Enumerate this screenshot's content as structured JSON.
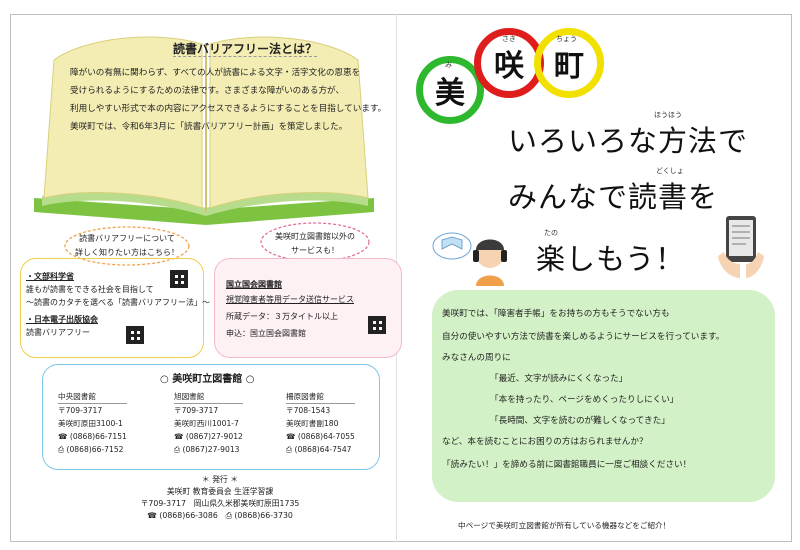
{
  "book": {
    "title": "読書バリアフリー法とは？",
    "lines": [
      "障がいの有無に関わらず、すべての人が読書による文字・活字文化の恩恵を",
      "受けられるようにするための法律です。さまざまな障がいのある方が、",
      "利用しやすい形式で本の内容にアクセスできるようにすることを目指しています。",
      "美咲町では、令和6年3月に「読書バリアフリー計画」を策定しました。"
    ]
  },
  "cloud_left": [
    "読書バリアフリーについて",
    "詳しく知りたい方はこちら！"
  ],
  "cloud_right": [
    "美咲町立図書館以外の",
    "サービスも！"
  ],
  "yellow_card": [
    "・文部科学省",
    "誰もが読書をできる社会を目指して",
    "～読書のカタチを選べる「読書バリアフリー法」～",
    "・日本電子出版協会",
    "読書バリアフリー"
  ],
  "pink_card": [
    "国立国会図書館",
    "視覚障害者等用データ送信サービス",
    "所蔵データ：３万タイトル以上",
    "申込：国立国会図書館"
  ],
  "library": {
    "title": "美咲町立図書館",
    "branches": [
      {
        "name": "中央図書館",
        "postal": "〒709-3717",
        "address": "美咲町原田3100-1",
        "tel": "(0868)66-7151",
        "fax": "(0868)66-7152"
      },
      {
        "name": "旭図書館",
        "postal": "〒709-3717",
        "address": "美咲町西川1001-7",
        "tel": "(0867)27-9012",
        "fax": "(0867)27-9013"
      },
      {
        "name": "柵原図書館",
        "postal": "〒708-1543",
        "address": "美咲町書副180",
        "tel": "(0868)64-7055",
        "fax": "(0868)64-7547"
      }
    ]
  },
  "footer": {
    "label": "＊ 発行 ＊",
    "org": "美咲町 教育委員会 生涯学習課",
    "address": "〒709-3717　岡山県久米郡美咲町原田1735",
    "tel": "(0868)66-3086",
    "fax": "(0868)66-3730"
  },
  "logo": {
    "chars": [
      "美",
      "咲",
      "町"
    ],
    "ruby": [
      "み",
      "さき",
      "ちょう"
    ],
    "colors": [
      "#2db82d",
      "#e01d1d",
      "#f2e000"
    ]
  },
  "headings": [
    "いろいろな方法で",
    "みんなで読書を",
    "楽しもう！"
  ],
  "heading_ruby": {
    "houhou": "ほうほう",
    "dokusho": "どくしょ",
    "tano": "たの"
  },
  "green": [
    "美咲町では、「障害者手帳」をお持ちの方もそうでない方も",
    "自分の使いやすい方法で読書を楽しめるようにサービスを行っています。",
    "みなさんの周りに",
    "「最近、文字が読みにくくなった」",
    "「本を持ったり、ページをめくったりしにくい」",
    "「長時間、文字を読むのが難しくなってきた」",
    "など、本を読むことにお困りの方はおられませんか？",
    "「読みたい！」を諦める前に図書館職員に一度ご相談ください！"
  ],
  "bottom_note": "中ページで美咲町立図書館が所有している機器などをご紹介！"
}
